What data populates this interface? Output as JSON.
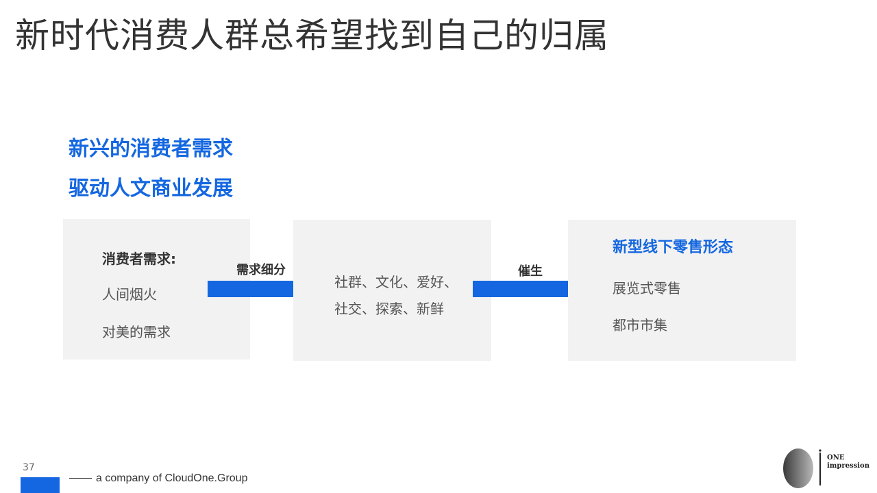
{
  "slide": {
    "title": "新时代消费人群总希望找到自己的归属",
    "subtitle_line1": "新兴的消费者需求",
    "subtitle_line2": "驱动人文商业发展"
  },
  "flow": {
    "box1": {
      "heading": "消费者需求:",
      "items": [
        "人间烟火",
        "对美的需求"
      ]
    },
    "arrow1_label": "需求细分",
    "box2": {
      "lines": [
        "社群、文化、爱好、",
        "社交、探索、新鲜"
      ]
    },
    "arrow2_label": "催生",
    "box3": {
      "heading": "新型线下零售形态",
      "items": [
        "展览式零售",
        "都市市集"
      ]
    }
  },
  "footer": {
    "page_number": "37",
    "company": "a company of CloudOne.Group",
    "logo_line1": "ONE",
    "logo_line2": "impression"
  },
  "colors": {
    "accent": "#1467e0",
    "box_bg": "#f2f2f2",
    "text": "#333333"
  }
}
